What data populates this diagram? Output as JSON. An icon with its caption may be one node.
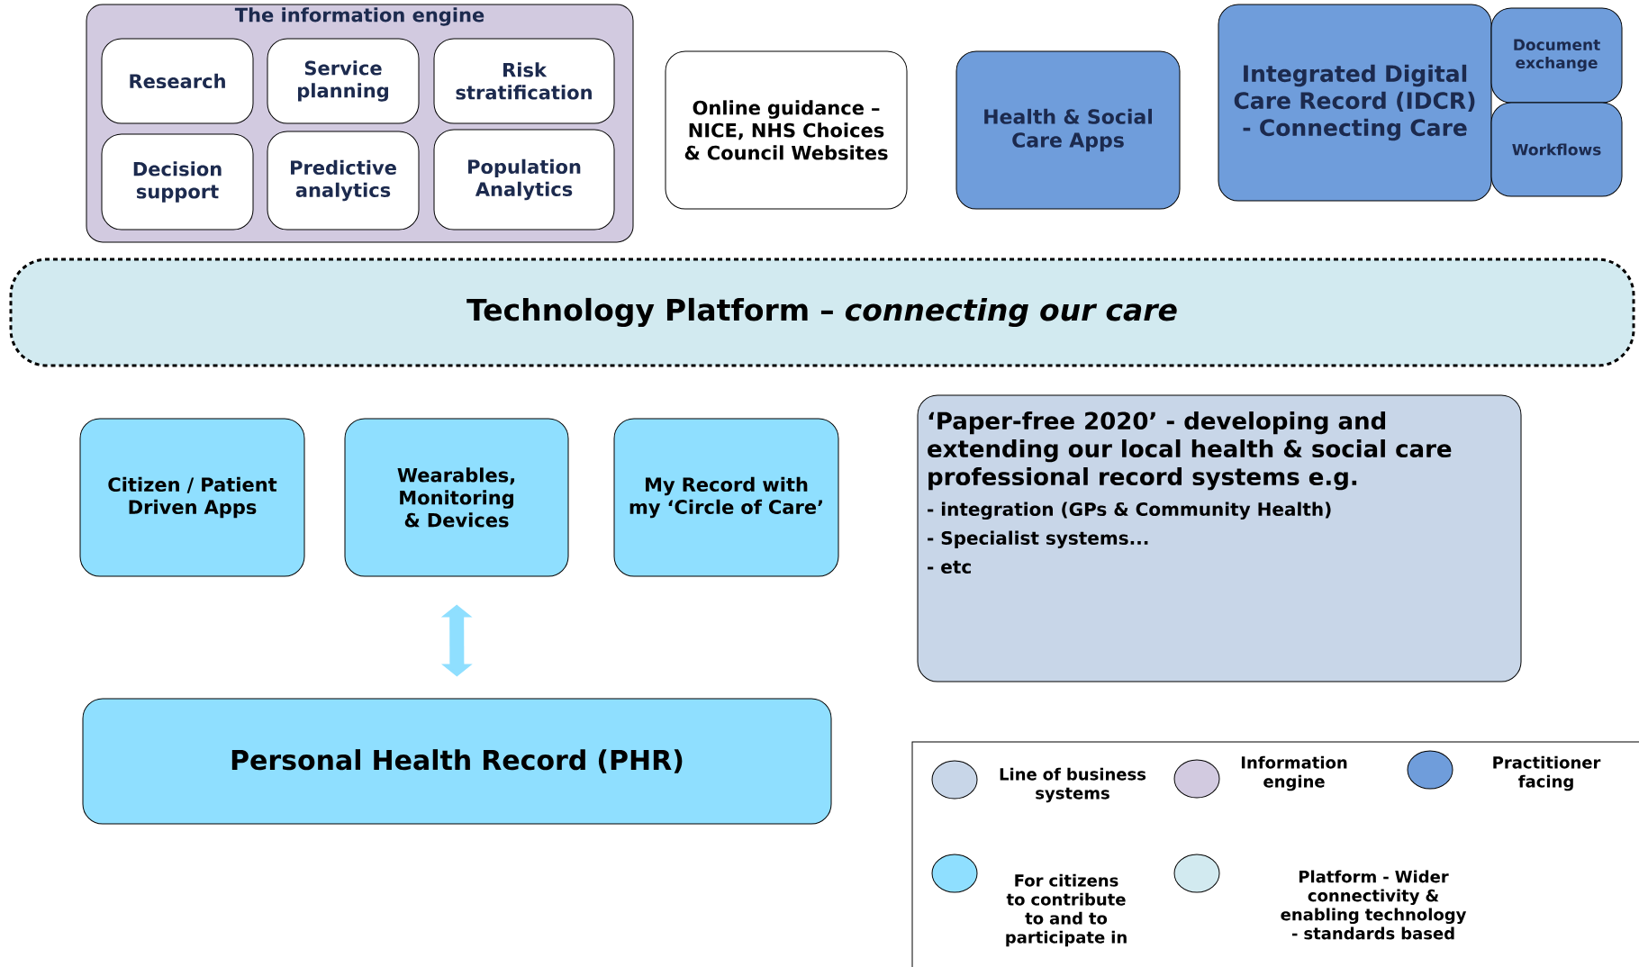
{
  "diagram": {
    "nodes": [
      {
        "text": [
          "The information engine"
        ]
      },
      {
        "text": [
          "Research"
        ],
        "in": 0
      },
      {
        "text": [
          "Service planning"
        ],
        "in": 0
      },
      {
        "text": [
          "Risk stratification"
        ],
        "in": 0
      },
      {
        "text": [
          "Decision support"
        ],
        "in": 0
      },
      {
        "text": [
          "Predictive analytics"
        ],
        "in": 0
      },
      {
        "text": [
          "Population Analytics"
        ],
        "in": 0
      },
      {
        "text": [
          "Online guidance – NICE, NHS Choices & Council Websites"
        ]
      },
      {
        "text": [
          "Health & Social Care Apps"
        ]
      },
      {
        "text": [
          "Integrated Digital Care Record (IDCR) - Connecting Care"
        ]
      },
      {
        "text": [
          "Document exchange"
        ]
      },
      {
        "text": [
          "Workflows"
        ]
      },
      {
        "text": [
          "Technology Platform – *connecting our care*"
        ]
      },
      {
        "text": [
          "Citizen / Patient Driven Apps"
        ]
      },
      {
        "text": [
          "Wearables, Monitoring & Devices"
        ]
      },
      {
        "text": [
          "My Record with my ‘Circle of Care’"
        ]
      },
      {
        "text": [
          "‘Paper-free 2020’ - developing and extending our local health & social care professional record systems e.g.",
          "-  integration (GPs & Community Health)",
          "-  Specialist systems...",
          " - etc"
        ]
      },
      {
        "text": [
          "Personal Health Record (PHR)"
        ]
      }
    ],
    "edges": [
      {
        "from": 14,
        "to": 17,
        "arrow": "both"
      }
    ],
    "legend": [
      {
        "text": "Line of business systems",
        "color": "#c8d6e8"
      },
      {
        "text": "Information engine",
        "color": "#d2cae0"
      },
      {
        "text": "Practitioner facing",
        "color": "#6f9ddb"
      },
      {
        "text": "For citizens to contribute to and to participate in",
        "color": "#8fdfff"
      },
      {
        "text": "Platform - Wider connectivity & enabling technology - standards based",
        "color": "#d2eaf0"
      }
    ]
  }
}
